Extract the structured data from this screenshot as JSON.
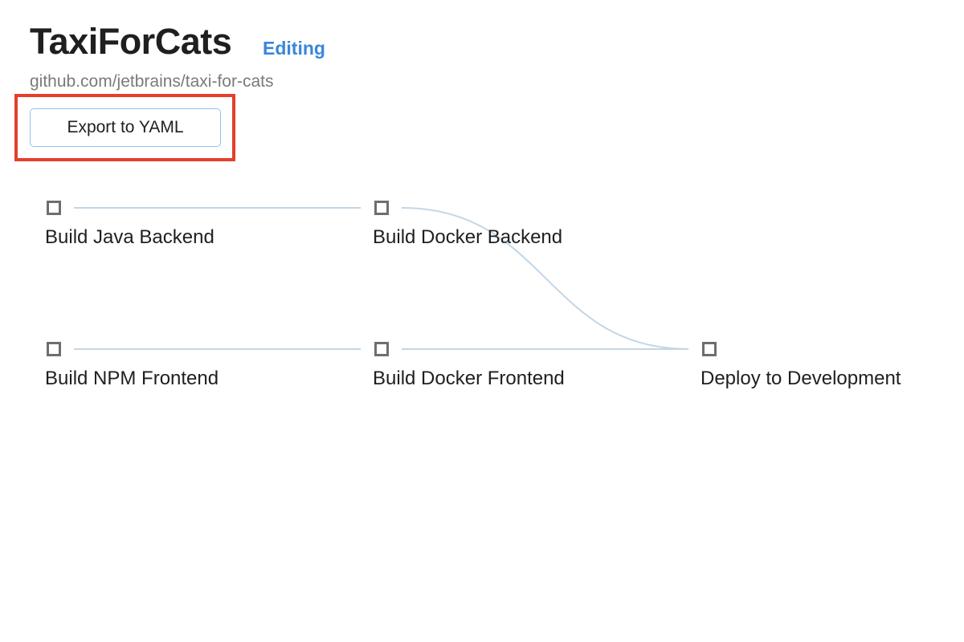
{
  "header": {
    "title": "TaxiForCats",
    "status": "Editing",
    "repo": "github.com/jetbrains/taxi-for-cats"
  },
  "toolbar": {
    "export_label": "Export to YAML"
  },
  "colors": {
    "accent": "#3a86d8",
    "highlight": "#e53f2b",
    "edge": "#c3d6e6",
    "checkbox_border": "#6e6e6e"
  },
  "pipeline": {
    "steps": [
      {
        "id": "java-backend",
        "label": "Build Java Backend"
      },
      {
        "id": "docker-backend",
        "label": "Build Docker Backend"
      },
      {
        "id": "npm-frontend",
        "label": "Build NPM Frontend"
      },
      {
        "id": "docker-frontend",
        "label": "Build Docker Frontend"
      },
      {
        "id": "deploy-development",
        "label": "Deploy to Development"
      }
    ]
  }
}
